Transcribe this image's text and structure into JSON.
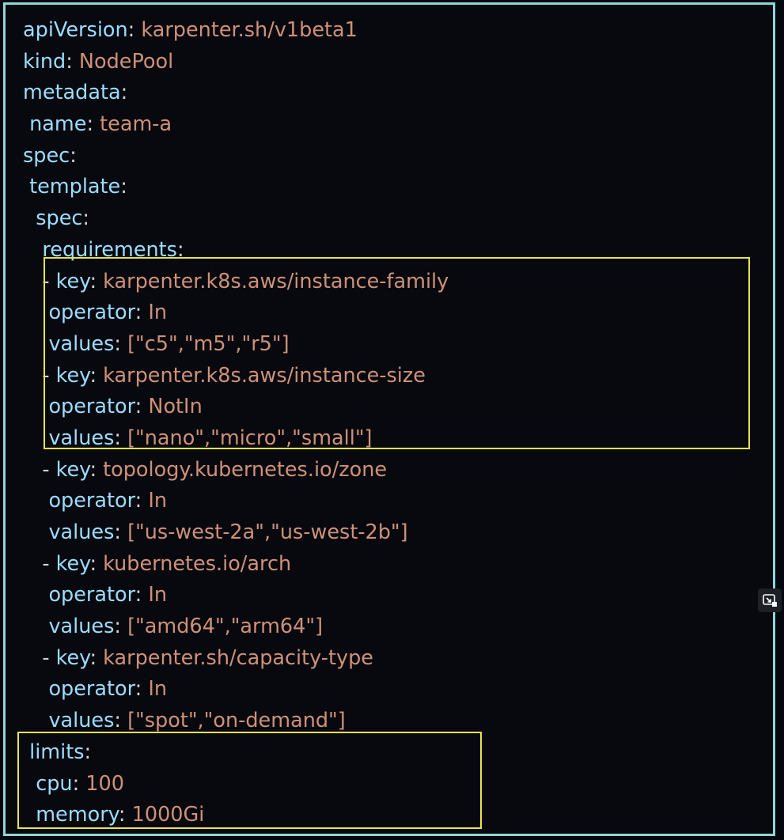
{
  "lines": [
    {
      "indent": "",
      "dash": "",
      "key": "apiVersion",
      "value": "karpenter.sh/v1beta1"
    },
    {
      "indent": "",
      "dash": "",
      "key": "kind",
      "value": "NodePool"
    },
    {
      "indent": "",
      "dash": "",
      "key": "metadata",
      "value": ""
    },
    {
      "indent": " ",
      "dash": "",
      "key": "name",
      "value": "team-a"
    },
    {
      "indent": "",
      "dash": "",
      "key": "spec",
      "value": ""
    },
    {
      "indent": " ",
      "dash": "",
      "key": "template",
      "value": ""
    },
    {
      "indent": "  ",
      "dash": "",
      "key": "spec",
      "value": ""
    },
    {
      "indent": "   ",
      "dash": "",
      "key": "requirements",
      "value": ""
    },
    {
      "indent": "   ",
      "dash": "- ",
      "key": "key",
      "value": "karpenter.k8s.aws/instance-family"
    },
    {
      "indent": "    ",
      "dash": "",
      "key": "operator",
      "value": "In"
    },
    {
      "indent": "    ",
      "dash": "",
      "key": "values",
      "value": "[\"c5\",\"m5\",\"r5\"]"
    },
    {
      "indent": "   ",
      "dash": "- ",
      "key": "key",
      "value": "karpenter.k8s.aws/instance-size"
    },
    {
      "indent": "    ",
      "dash": "",
      "key": "operator",
      "value": "NotIn"
    },
    {
      "indent": "    ",
      "dash": "",
      "key": "values",
      "value": "[\"nano\",\"micro\",\"small\"]"
    },
    {
      "indent": "   ",
      "dash": "- ",
      "key": "key",
      "value": "topology.kubernetes.io/zone"
    },
    {
      "indent": "    ",
      "dash": "",
      "key": "operator",
      "value": "In"
    },
    {
      "indent": "    ",
      "dash": "",
      "key": "values",
      "value": "[\"us-west-2a\",\"us-west-2b\"]"
    },
    {
      "indent": "   ",
      "dash": "- ",
      "key": "key",
      "value": "kubernetes.io/arch"
    },
    {
      "indent": "    ",
      "dash": "",
      "key": "operator",
      "value": "In"
    },
    {
      "indent": "    ",
      "dash": "",
      "key": "values",
      "value": "[\"amd64\",\"arm64\"]"
    },
    {
      "indent": "   ",
      "dash": "- ",
      "key": "key",
      "value": "karpenter.sh/capacity-type"
    },
    {
      "indent": "    ",
      "dash": "",
      "key": "operator",
      "value": "In"
    },
    {
      "indent": "    ",
      "dash": "",
      "key": "values",
      "value": "[\"spot\",\"on-demand\"]"
    },
    {
      "indent": " ",
      "dash": "",
      "key": "limits",
      "value": ""
    },
    {
      "indent": "  ",
      "dash": "",
      "key": "cpu",
      "value": "100"
    },
    {
      "indent": "  ",
      "dash": "",
      "key": "memory",
      "value": "1000Gi"
    }
  ],
  "highlight_color": "#e8e34a",
  "frame_color": "#8fd6d6",
  "icons": {
    "side_button": "exit-fullscreen-icon"
  }
}
